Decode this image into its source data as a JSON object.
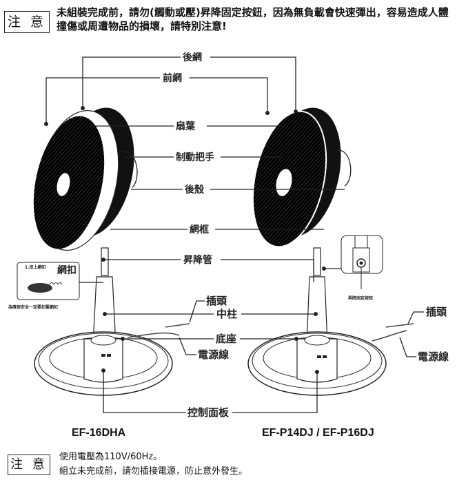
{
  "top_notice": {
    "badge": "注 意",
    "text": "未組裝完成前，請勿(觸動或壓)昇降固定按鈕，因為無負載會快速彈出，容易造成人體撞傷或周遭物品的損壞，請特別注意!"
  },
  "labels": {
    "rear_grill": "後網",
    "front_grill": "前網",
    "blade": "扇葉",
    "handle": "制動把手",
    "rear_housing": "後殼",
    "grill_frame": "網框",
    "lift_tube": "昇降管",
    "plug": "插頭",
    "center_pole": "中柱",
    "base": "底座",
    "power_cord": "電源線",
    "control_panel": "控制面板"
  },
  "insets": {
    "grill_clip": {
      "title": "網扣",
      "caption_small": "1.扣上網扣",
      "warning": "為確保安全一定要扣緊網扣"
    },
    "lift_button": {
      "caption": "昇降固定按鈕"
    }
  },
  "models": {
    "left": "EF-16DHA",
    "right": "EF-P14DJ / EF-P16DJ"
  },
  "bottom_notice": {
    "badge": "注 意",
    "line1": "使用電壓為110V/60Hz。",
    "line2": "組立未完成前，請勿插接電源，防止意外發生。"
  }
}
